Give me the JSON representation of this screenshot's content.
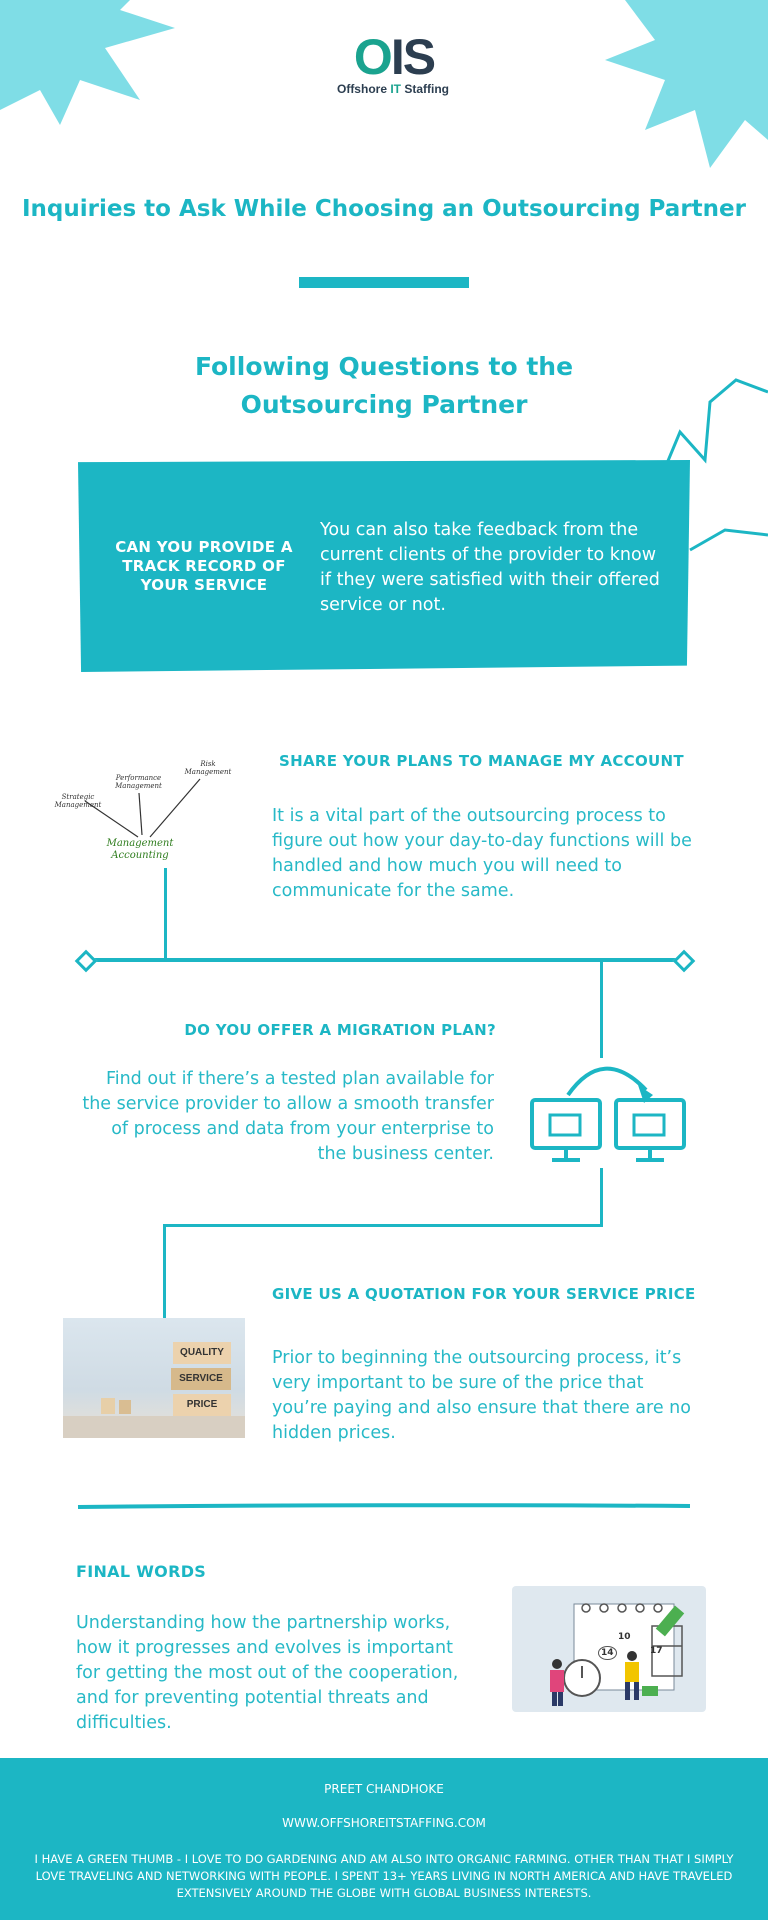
{
  "logo": {
    "mark_o": "O",
    "mark_is": "IS",
    "sub_prefix": "Offshore ",
    "sub_it": "IT",
    "sub_suffix": " Staffing"
  },
  "title": "Inquiries to Ask While Choosing an Outsourcing Partner",
  "subtitle_line1": "Following Questions to the",
  "subtitle_line2": "Outsourcing Partner",
  "card": {
    "question": "Can You Provide a Track Record of Your Service",
    "answer": "You can also take feedback from the current clients of the provider to know if they were satisfied with their offered service or not."
  },
  "sections": [
    {
      "heading": "Share Your Plans to Manage My Account",
      "body": "It is a vital part of the outsourcing process to figure out how your day-to-day functions will be handled and how much you will need to communicate for the same."
    },
    {
      "heading": "Do You Offer a Migration Plan?",
      "body": "Find out if there’s a tested plan available for the service provider to allow a smooth transfer of process and data from your enterprise to the business center."
    },
    {
      "heading": "Give Us a Quotation for Your Service Price",
      "body": "Prior to beginning the outsourcing process, it’s very important to be sure of the price that you’re paying and also ensure that there are no hidden prices."
    }
  ],
  "diagram": {
    "center": "Management Accounting",
    "node1_l1": "Strategic",
    "node1_l2": "Management",
    "node2_l1": "Performance",
    "node2_l2": "Management",
    "node3_l1": "Risk",
    "node3_l2": "Management"
  },
  "blocks": {
    "quality": "QUALITY",
    "service": "SERVICE",
    "price": "PRICE"
  },
  "calendar": {
    "n10": "10",
    "n14": "14",
    "n17": "17"
  },
  "final": {
    "heading": "Final Words",
    "body": "Understanding how the partnership works, how it progresses and evolves is important for getting the most out of the cooperation, and for preventing potential threats and difficulties."
  },
  "footer": {
    "name": "PREET CHANDHOKE",
    "website": "WWW.OFFSHOREITSTAFFING.COM",
    "bio": "I have a green thumb - I love to do gardening and am also into organic farming. Other than that I simply love traveling and networking with people. I spent 13+ years living in North America and have traveled extensively around the globe with global business interests."
  },
  "colors": {
    "teal": "#1cb6c4",
    "decor": "#7fdde6",
    "logo_green": "#1aa38f",
    "logo_dark": "#2c3e50"
  }
}
